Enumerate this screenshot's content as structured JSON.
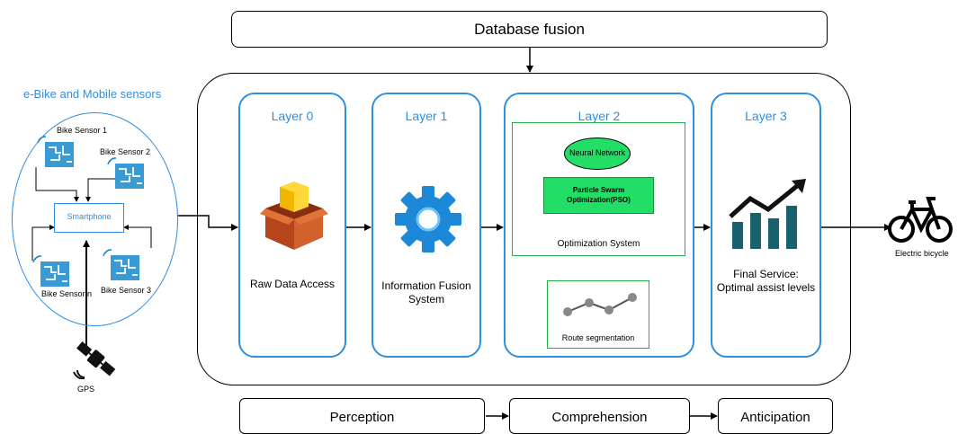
{
  "header": {
    "database_fusion": "Database fusion"
  },
  "sensors": {
    "title": "e-Bike and Mobile sensors",
    "smartphone": "Smartphone",
    "bike_sensor_1": "Bike Sensor 1",
    "bike_sensor_2": "Bike Sensor 2",
    "bike_sensor_3": "Bike Sensor 3",
    "bike_sensor_n": "Bike Sensor n",
    "gps": "GPS"
  },
  "layers": {
    "layer0": {
      "title": "Layer 0",
      "label": "Raw Data Access"
    },
    "layer1": {
      "title": "Layer 1",
      "label_line1": "Information Fusion",
      "label_line2": "System"
    },
    "layer2": {
      "title": "Layer 2",
      "neural_network": "Neural Network",
      "pso_line1": "Particle Swarm",
      "pso_line2": "Optimization(PSO)",
      "optimization_system": "Optimization System",
      "route_segmentation": "Route segmentation"
    },
    "layer3": {
      "title": "Layer 3",
      "label_line1": "Final Service:",
      "label_line2": "Optimal assist levels"
    }
  },
  "output": {
    "label": "Electric bicycle"
  },
  "stages": {
    "perception": "Perception",
    "comprehension": "Comprehension",
    "anticipation": "Anticipation"
  },
  "colors": {
    "accent_blue": "#2f8fe0",
    "green": "#1fb24a",
    "pso_fill": "#22dd66",
    "dark_teal": "#17606e"
  }
}
